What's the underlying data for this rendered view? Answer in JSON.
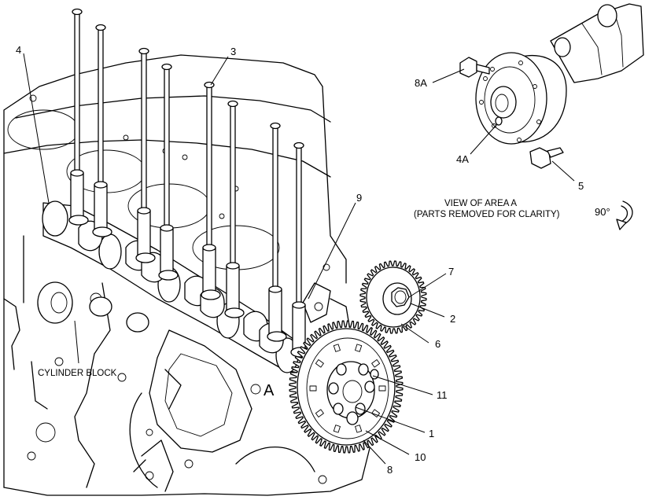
{
  "callouts": {
    "c1": "1",
    "c2": "2",
    "c3": "3",
    "c4": "4",
    "c5": "5",
    "c6": "6",
    "c7": "7",
    "c8": "8",
    "c9": "9",
    "c10": "10",
    "c11": "11",
    "c4a": "4A",
    "c8a": "8A"
  },
  "labels": {
    "cylinder_block": "CYLINDER BLOCK",
    "area_marker": "A",
    "view_line1": "VIEW OF AREA  A",
    "view_line2": "(PARTS REMOVED FOR CLARITY)",
    "rotation": "90°"
  },
  "pushrod_count": 8,
  "gear_teeth": {
    "idler_gear": 40,
    "camshaft_gear": 72
  }
}
